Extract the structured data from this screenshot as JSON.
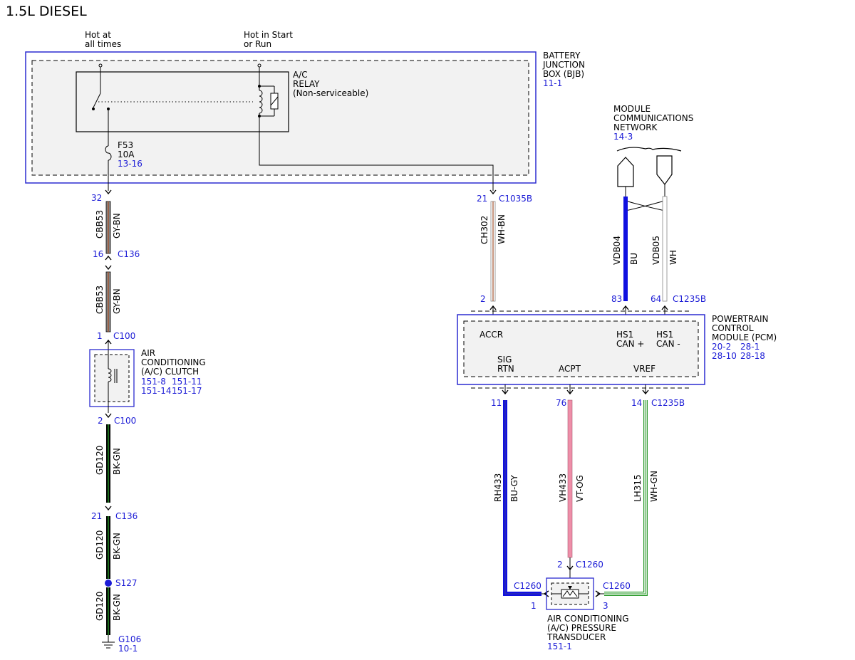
{
  "title": "1.5L DIESEL",
  "colors": {
    "ref_blue": "#1c1cd6",
    "box_border": "#2b2bd0",
    "module_fill": "#f2f2f2",
    "wire_gy": "#8a8a8a",
    "wire_bn": "#a0522d",
    "wire_bu": "#1010e0",
    "wire_vt": "#ee8ea8",
    "wire_gn": "#2a9a2a",
    "wire_bk": "#000000",
    "wire_wh": "#ffffff",
    "wire_wh_edge": "#888888"
  },
  "power": {
    "hot_always": [
      "Hot at",
      "all times"
    ],
    "hot_start": [
      "Hot in Start",
      "or Run"
    ]
  },
  "bjb": {
    "name": [
      "BATTERY",
      "JUNCTION",
      "BOX (BJB)"
    ],
    "ref": "11-1"
  },
  "relay": {
    "name": [
      "A/C",
      "RELAY",
      "(Non-serviceable)"
    ]
  },
  "fuse": {
    "name": "F53",
    "rating": "10A",
    "ref": "13-16"
  },
  "left_chain": {
    "c1_pin": "32",
    "w1_circuit": "CBB53",
    "w1_color": "GY-BN",
    "c2_pin": "16",
    "c2_name": "C136",
    "w2_circuit": "CBB53",
    "w2_color": "GY-BN",
    "c3_pin": "1",
    "c3_name": "C100",
    "clutch_name": [
      "AIR",
      "CONDITIONING",
      "(A/C) CLUTCH"
    ],
    "clutch_refs": [
      "151-8",
      "151-11",
      "151-14",
      "151-17"
    ],
    "c4_pin": "2",
    "c4_name": "C100",
    "w3_circuit": "GD120",
    "w3_color": "BK-GN",
    "c5_pin": "21",
    "c5_name": "C136",
    "w4_circuit": "GD120",
    "w4_color": "BK-GN",
    "splice": "S127",
    "w5_circuit": "GD120",
    "w5_color": "BK-GN",
    "ground": "G106",
    "ground_ref": "10-1"
  },
  "accr_wire": {
    "top_pin": "21",
    "top_conn": "C1035B",
    "circuit": "CH302",
    "color": "WH-BN",
    "bottom_pin": "2"
  },
  "network": {
    "name": [
      "MODULE",
      "COMMUNICATIONS",
      "NETWORK"
    ],
    "ref": "14-3"
  },
  "can_hi": {
    "circuit": "VDB04",
    "color": "BU",
    "pin": "83"
  },
  "can_lo": {
    "circuit": "VDB05",
    "color": "WH",
    "pin": "64",
    "conn": "C1235B"
  },
  "pcm": {
    "name": [
      "POWERTRAIN",
      "CONTROL",
      "MODULE (PCM)"
    ],
    "refs": [
      "20-2",
      "28-1",
      "28-10",
      "28-18"
    ],
    "pin_accr": "ACCR",
    "pin_hs1p": [
      "HS1",
      "CAN +"
    ],
    "pin_hs1m": [
      "HS1",
      "CAN -"
    ],
    "pin_sigrtn": [
      "SIG",
      "RTN"
    ],
    "pin_acpt": "ACPT",
    "pin_vref": "VREF"
  },
  "lower": {
    "pin11": "11",
    "pin76": "76",
    "pin14": "14",
    "conn_c1235b": "C1235B",
    "w_rh433": "RH433",
    "c_rh433": "BU-GY",
    "w_vh433": "VH433",
    "c_vh433": "VT-OG",
    "w_lh315": "LH315",
    "c_lh315": "WH-GN",
    "t_pin2": "2",
    "t_conn": "C1260",
    "t_left_conn": "C1260",
    "t_left_pin": "1",
    "t_right_conn": "C1260",
    "t_right_pin": "3"
  },
  "transducer": {
    "name": [
      "AIR CONDITIONING",
      "(A/C) PRESSURE",
      "TRANSDUCER"
    ],
    "ref": "151-1"
  }
}
